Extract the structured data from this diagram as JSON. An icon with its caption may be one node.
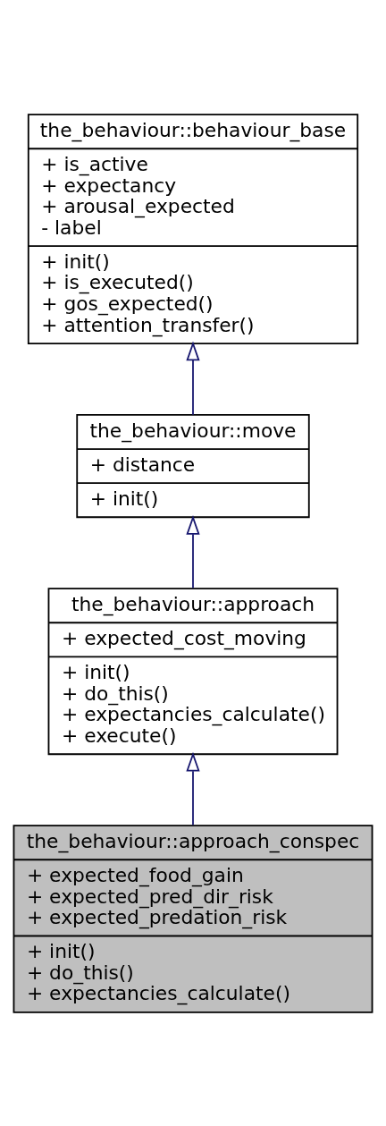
{
  "diagram": {
    "nodes": [
      {
        "text": [
          "the_behaviour::behaviour_base",
          "+ is_active + expectancy + arousal_expected - label",
          "+ init() + is_executed() + gos_expected() + attention_transfer()"
        ]
      },
      {
        "text": [
          "the_behaviour::move",
          "+ distance",
          "+ init()"
        ]
      },
      {
        "text": [
          "the_behaviour::approach",
          "+ expected_cost_moving",
          "+ init() + do_this() + expectancies_calculate() + execute()"
        ]
      },
      {
        "text": [
          "the_behaviour::approach_conspec",
          "+ expected_food_gain + expected_pred_dir_risk + expected_predation_risk",
          "+ init() + do_this() + expectancies_calculate()"
        ]
      }
    ],
    "edges": [
      {
        "from": 1,
        "to": 0,
        "arrow": "to"
      },
      {
        "from": 2,
        "to": 1,
        "arrow": "to"
      },
      {
        "from": 3,
        "to": 2,
        "arrow": "to"
      }
    ]
  }
}
